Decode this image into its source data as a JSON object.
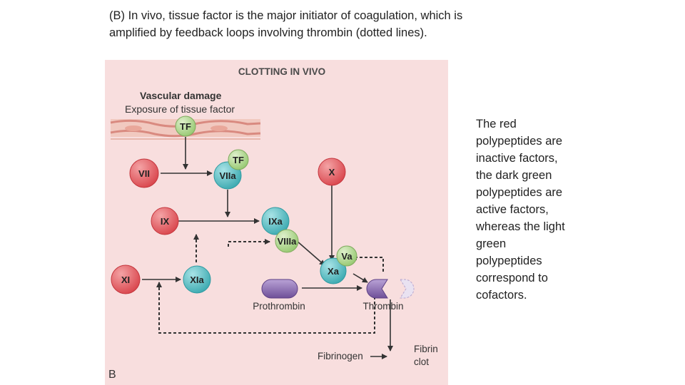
{
  "caption": {
    "line1": "(B) In vivo, tissue factor is the major initiator of coagulation, which is",
    "line2": "amplified by feedback loops involving thrombin (dotted lines)."
  },
  "side_note": {
    "lines": [
      "The red",
      "polypeptides are",
      "inactive factors,",
      "the dark green",
      "polypeptides are",
      "active factors,",
      "whereas the light",
      "green",
      "polypeptides",
      "correspond to",
      "cofactors."
    ]
  },
  "diagram": {
    "title": "CLOTTING IN VIVO",
    "heading": "Vascular damage",
    "subheading": "Exposure of tissue factor",
    "panel_letter": "B",
    "nodes": {
      "tf_top": "TF",
      "tf_complex": "TF",
      "vii": "VII",
      "viia": "VIIa",
      "x": "X",
      "ix": "IX",
      "ixa": "IXa",
      "viiia": "VIIIa",
      "va": "Va",
      "xa": "Xa",
      "xi": "XI",
      "xia": "XIa"
    },
    "labels": {
      "prothrombin": "Prothrombin",
      "thrombin": "Thrombin",
      "fibrinogen": "Fibrinogen",
      "fibrin_line1": "Fibrin",
      "fibrin_line2": "clot"
    },
    "colors": {
      "panel_bg": "#f8dede",
      "inactive_factor": "#e56a6e",
      "active_factor": "#5cc3c8",
      "cofactor": "#b9dc98",
      "thrombin_purple": "#9478b6",
      "arrow": "#333333"
    }
  }
}
